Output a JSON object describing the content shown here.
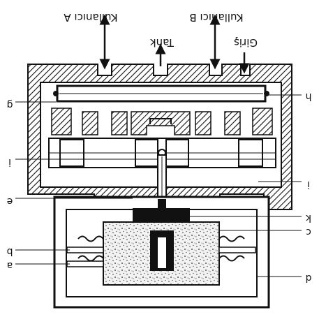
{
  "ports": {
    "user_a": "Kullanıcı A",
    "user_b": "Kullanıcı B",
    "tank": "Tank",
    "inlet": "Giriş"
  },
  "callouts": {
    "left_top": "g",
    "left_middle": "i",
    "left_lower": "e",
    "left_b": "b",
    "left_a": "a",
    "right_top": "h",
    "right_middle": "i",
    "right_k": "k",
    "right_c": "c",
    "right_d": "d"
  },
  "colors": {
    "ink": "#111111",
    "paper": "#ffffff",
    "speckle": "#e8e8e8"
  }
}
